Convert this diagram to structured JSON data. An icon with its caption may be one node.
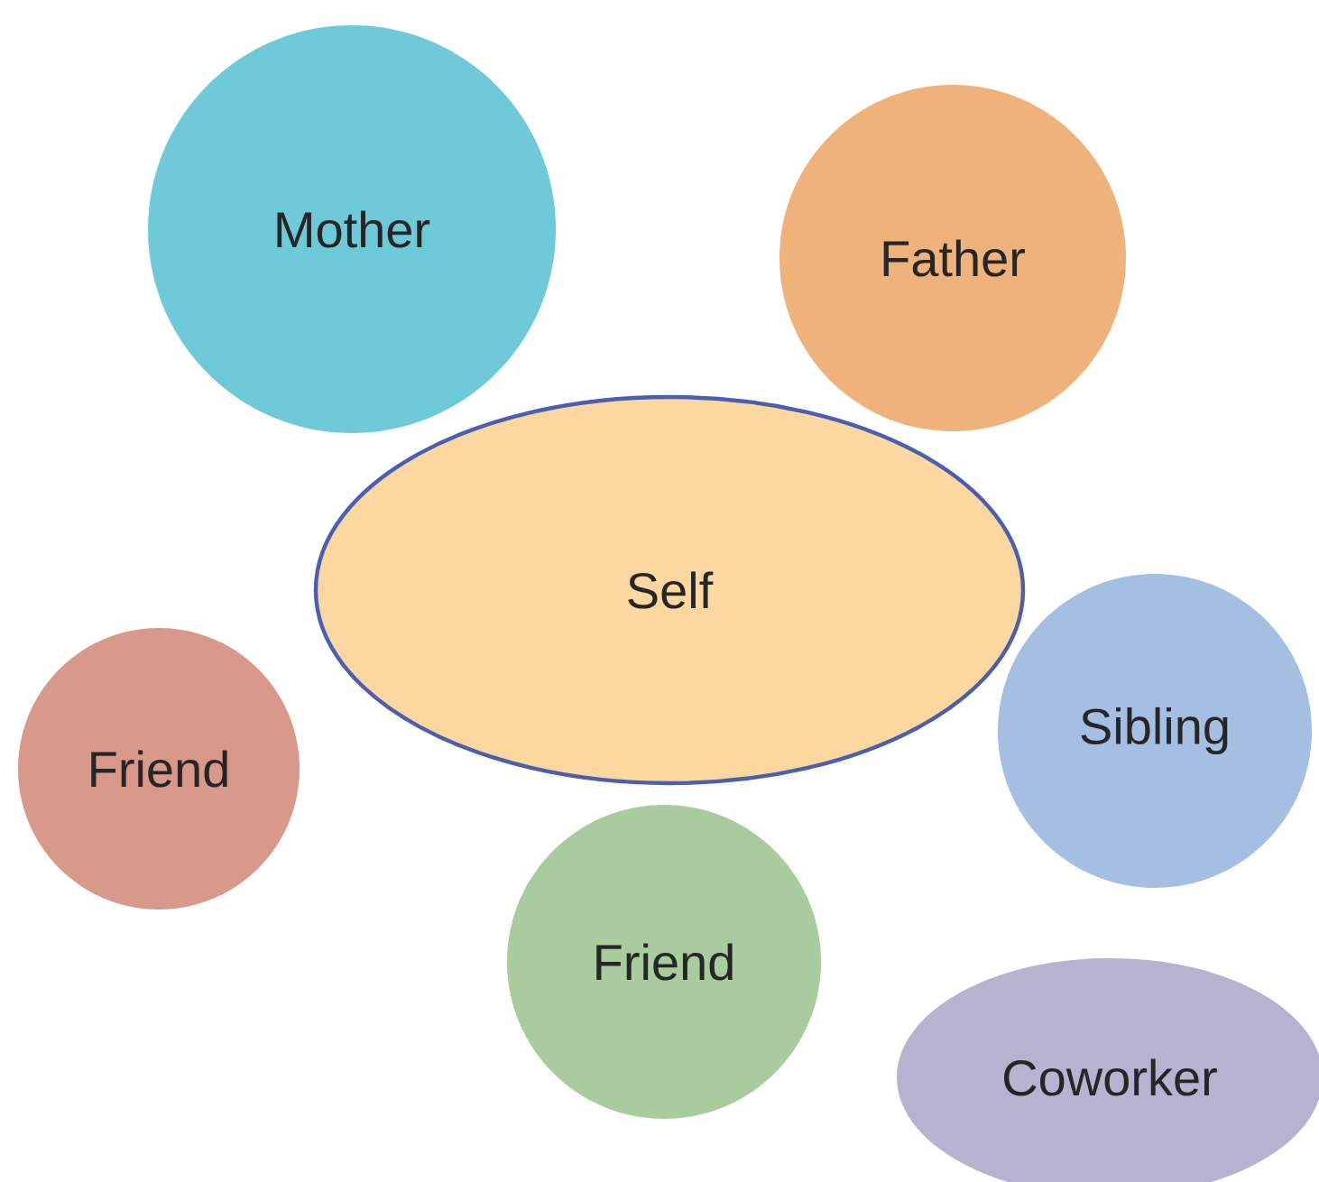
{
  "diagram": {
    "nodes": [
      {
        "text": [
          "Mother"
        ]
      },
      {
        "text": [
          "Father"
        ]
      },
      {
        "text": [
          "Self"
        ]
      },
      {
        "text": [
          "Friend"
        ]
      },
      {
        "text": [
          "Sibling"
        ]
      },
      {
        "text": [
          "Friend"
        ]
      },
      {
        "text": [
          "Coworker"
        ]
      }
    ]
  }
}
